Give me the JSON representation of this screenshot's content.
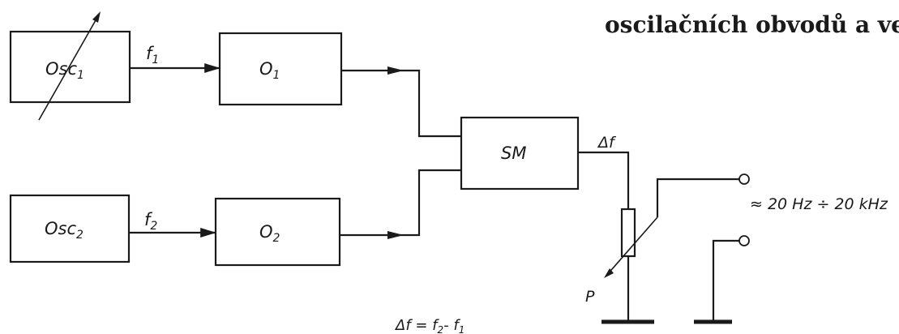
{
  "header_text": "oscilačních obvodů a velmi dobrou",
  "blocks": {
    "osc1": {
      "main": "Osc",
      "sub": "1"
    },
    "osc2": {
      "main": "Osc",
      "sub": "2"
    },
    "o1": {
      "main": "O",
      "sub": "1"
    },
    "o2": {
      "main": "O",
      "sub": "2"
    },
    "sm": {
      "main": "SM"
    }
  },
  "signals": {
    "f1": {
      "main": "f",
      "sub": "1"
    },
    "f2": {
      "main": "f",
      "sub": "2"
    },
    "delta_f": "Δf",
    "pot": "P"
  },
  "output_range": "≈ 20 Hz ÷ 20 kHz",
  "formula": {
    "lhs": "Δf = f",
    "sub1": "2",
    "mid": "- f",
    "sub2": "1"
  }
}
